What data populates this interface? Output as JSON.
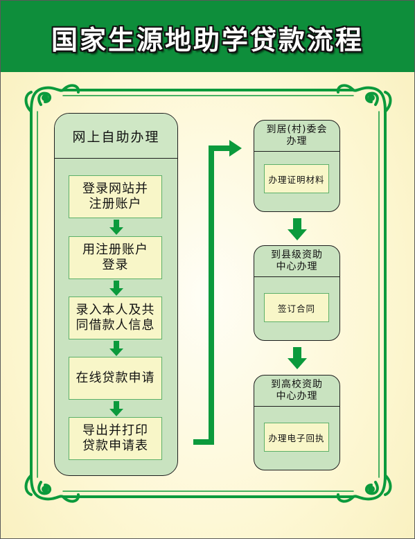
{
  "title": "国家生源地助学贷款流程",
  "colors": {
    "header": "#0e8e3b",
    "arrow": "#0b9a3c",
    "panel": "#c9e3c0",
    "step_box": "#f8f6c8"
  },
  "online_panel": {
    "title": "网上自助办理",
    "steps": [
      "登录网站并\n注册账户",
      "用注册账户\n登录",
      "录入本人及共\n同借款人信息",
      "在线贷款申请",
      "导出并打印\n贷款申请表"
    ]
  },
  "offices": [
    {
      "title": "到居(村)委会\n办理",
      "task": "办理证明材料"
    },
    {
      "title": "到县级资助\n中心办理",
      "task": "签订合同"
    },
    {
      "title": "到高校资助\n中心办理",
      "task": "办理电子回执"
    }
  ]
}
